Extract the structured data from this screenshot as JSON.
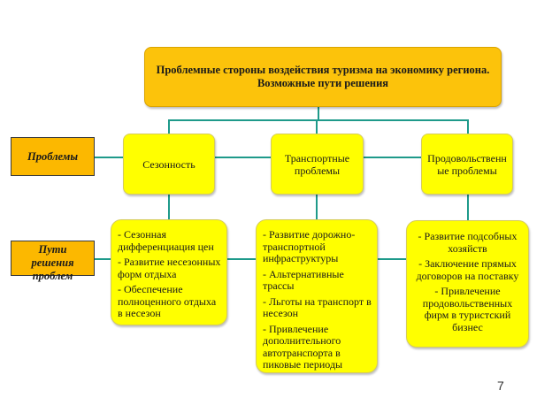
{
  "title": {
    "line1": "Проблемные стороны воздействия туризма на экономику региона.",
    "line2": "Возможные пути решения"
  },
  "row_labels": {
    "problems": "Проблемы",
    "solutions_lines": [
      "Пути",
      "решения",
      "проблем"
    ]
  },
  "problems": [
    {
      "lines": [
        "Сезонность"
      ]
    },
    {
      "lines": [
        "Транспортные",
        "проблемы"
      ]
    },
    {
      "lines": [
        "Продовольственн",
        "ые проблемы"
      ]
    }
  ],
  "solutions": [
    {
      "items": [
        "- Сезонная дифференциация цен",
        "- Развитие несезонных форм отдыха",
        "- Обеспечение полноценного отдыха в несезон"
      ]
    },
    {
      "items": [
        "- Развитие дорожно-транспортной инфраструктуры",
        "- Альтернативные трассы",
        "- Льготы на транспорт в несезон",
        "- Привлечение дополнительного автотранспорта в пиковые периоды"
      ]
    },
    {
      "items": [
        "- Развитие подсобных хозяйств",
        "- Заключение прямых договоров на поставку",
        "- Привлечение продовольственных фирм в туристский бизнес"
      ]
    }
  ],
  "page_number": "7",
  "colors": {
    "title_fill": "#fcc30b",
    "label_fill": "#fcb800",
    "box_fill": "#ffff00",
    "connector": "#1e9a8a"
  }
}
